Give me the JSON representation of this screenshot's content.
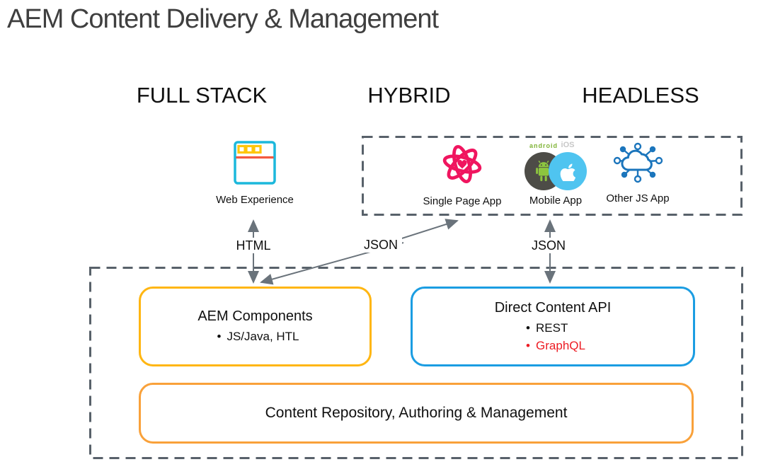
{
  "title": "AEM Content Delivery & Management",
  "columns": {
    "full_stack": {
      "label": "FULL STACK"
    },
    "hybrid": {
      "label": "HYBRID"
    },
    "headless": {
      "label": "HEADLESS"
    }
  },
  "clients": {
    "web_experience": {
      "label": "Web Experience"
    },
    "single_page_app": {
      "label": "Single Page App"
    },
    "mobile_app": {
      "label": "Mobile App",
      "platforms": {
        "android": "android",
        "ios": "iOS"
      }
    },
    "other_js_app": {
      "label": "Other JS App"
    }
  },
  "arrows": {
    "html_label": "HTML",
    "json_spa_label": "JSON",
    "json_mobile_label": "JSON"
  },
  "boxes": {
    "aem_components": {
      "title": "AEM Components",
      "bullets": [
        "JS/Java, HTL"
      ]
    },
    "direct_content_api": {
      "title": "Direct Content API",
      "bullets": [
        "REST",
        "GraphQL"
      ]
    },
    "content_repository": {
      "title": "Content Repository, Authoring & Management"
    }
  },
  "colors": {
    "gold_border": "#ffb612",
    "blue_border": "#1b9de2",
    "orange_border": "#f9a13a",
    "graphql_red": "#ed1c24",
    "dash_gray": "#58616a",
    "arrow_gray": "#6a737b",
    "react_pink": "#f0155f",
    "browser_cyan": "#1cb8dc",
    "android_green": "#8dc63f",
    "apple_circle_cyan": "#4fc4f0",
    "cloud_blue": "#1b75bc"
  }
}
